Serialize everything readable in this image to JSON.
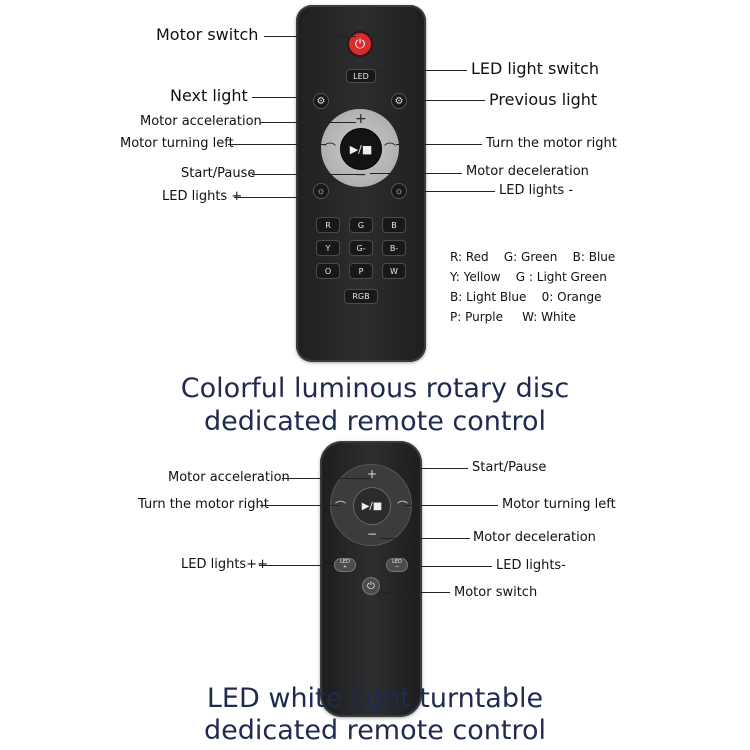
{
  "remote1": {
    "buttons": {
      "power_symbol": "⏻",
      "led": "LED",
      "next_icon": "⚙",
      "prev_icon": "⚙",
      "plus": "+",
      "minus": "−",
      "left_arc": "⌒",
      "right_arc": "⌒",
      "play_pause": "▶/■",
      "bright_up_icon": "☼",
      "bright_down_icon": "☼",
      "color_keys": [
        "R",
        "G",
        "B",
        "Y",
        "G-",
        "B-",
        "O",
        "P",
        "W"
      ],
      "rgb": "RGB"
    },
    "labels": {
      "motor_switch": "Motor switch",
      "led_light_switch": "LED light switch",
      "next_light": "Next light",
      "previous_light": "Previous light",
      "motor_acceleration": "Motor acceleration",
      "motor_turning_left": "Motor turning left",
      "turn_motor_right": "Turn the motor right",
      "start_pause": "Start/Pause",
      "motor_deceleration": "Motor deceleration",
      "led_lights_plus": "LED lights +",
      "led_lights_minus": "LED lights -"
    },
    "legend": [
      "R: Red    G: Green    B: Blue",
      "Y: Yellow    G : Light Green",
      "B: Light Blue    0: Orange",
      "P: Purple     W: White"
    ]
  },
  "title1": [
    "Colorful luminous rotary disc",
    "dedicated remote control"
  ],
  "remote2": {
    "buttons": {
      "plus": "+",
      "minus": "−",
      "left_arc": "⌒",
      "right_arc": "⌒",
      "play_pause": "▶/■",
      "led_plus": "LED\n+",
      "led_minus": "LED\n−",
      "power_symbol": "⏻"
    },
    "labels": {
      "motor_acceleration": "Motor acceleration",
      "start_pause": "Start/Pause",
      "turn_motor_right": "Turn the motor right",
      "motor_turning_left": "Motor turning left",
      "motor_deceleration": "Motor deceleration",
      "led_lights_plusplus": "LED lights++",
      "led_lights_minus": "LED lights-",
      "motor_switch": "Motor switch"
    }
  },
  "title2": [
    "LED white light turntable",
    "dedicated remote control"
  ],
  "colors": {
    "title": "#1d2b4f",
    "power_button": "#d62e2e",
    "remote_body": "#242526"
  }
}
